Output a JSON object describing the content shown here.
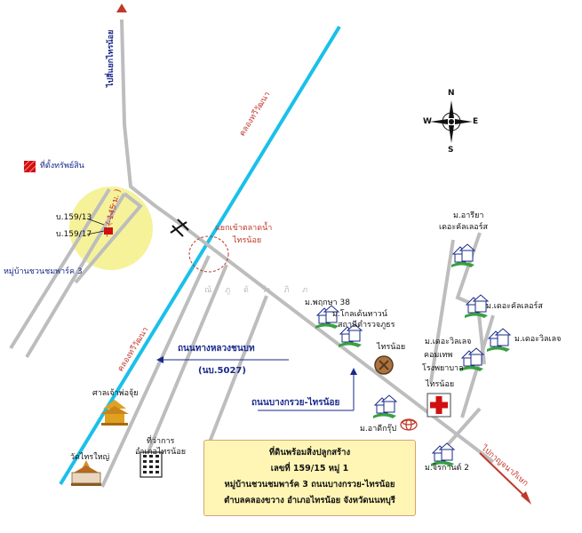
{
  "labels": {
    "to_sai_yaek_sai_noi": "ไปสี่แยกไทรน้อย",
    "khlong_thawi_wattana_top": "คลองทวีวัฒนา",
    "khlong_thawi_wattana_bottom": "คลองทวีวัฒนา",
    "legend_property": "ที่ตั้งทรัพย์สิน",
    "lot_159_13": "บ.159/13",
    "lot_159_17": "บ.159/17",
    "distance": "( 145 ม. )",
    "village_3": "หมู่บ้านชวนชมพาร์ค 3",
    "intersection": "แยกเข้าตลาดน้ำ",
    "intersection_2": "ไทรน้อย",
    "canal_mid": "ณ้ ภู ด้ รำ ภิ ภ",
    "area_name_1": "ม.อารียา",
    "area_name_2": "เดอะคัลเลอร์ส",
    "m_pruksa_38": "ม.พฤกษา 38",
    "m_golden_town": "ม.โกลเด้นทาวน์",
    "police_1": "สถานีตำรวจภูธร",
    "police_2": "ไทรน้อย",
    "m_the_colors": "ม.เดอะคัลเลอร์ส",
    "m_the_village": "ม.เดอะวิลเลจ",
    "m_the_village_2": "ม.เดอะวิลเลจ",
    "com_tech_1": "คอมเทพ",
    "hospital_1": "โรงพยาบาล",
    "hospital_2": "ไทรน้อย",
    "m_adegrup": "ม.อาดีกรุ๊ป",
    "m_jirakarn_2": "ม.จิรกานต์ 2",
    "to_kanchanaburi": "ไปกาญจนาภิเษก",
    "shrine": "ศาลเจ้าพ่อจุ้ย",
    "wat_sai_yai": "วัดไทรใหญ่",
    "district_office_1": "ที่ว่าการ",
    "district_office_2": "อำเภอไทรน้อย",
    "road_rural_1": "ถนนทางหลวงชนบท",
    "road_rural_2": "(นบ.5027)",
    "road_bangkruai": "ถนนบางกรวย-ไทรน้อย",
    "compass_n": "N",
    "compass_s": "S",
    "compass_e": "E",
    "compass_w": "W"
  },
  "info": {
    "line1": "ที่ดินพร้อมสิ่งปลูกสร้าง",
    "line2": "เลขที่ 159/15 หมู่ 1",
    "line3": "หมู่บ้านชวนชมพาร์ค 3 ถนนบางกรวย-ไทรน้อย",
    "line4": "ตำบลคลองขวาง อำเภอไทรน้อย จังหวัดนนทบุรี"
  },
  "colors": {
    "road": "#bdbdbd",
    "canal": "#19c0ea",
    "highlight": "#f6f29a",
    "arrow": "#c0392b",
    "house": "#3aa040",
    "accent": "#1a2a8a"
  }
}
